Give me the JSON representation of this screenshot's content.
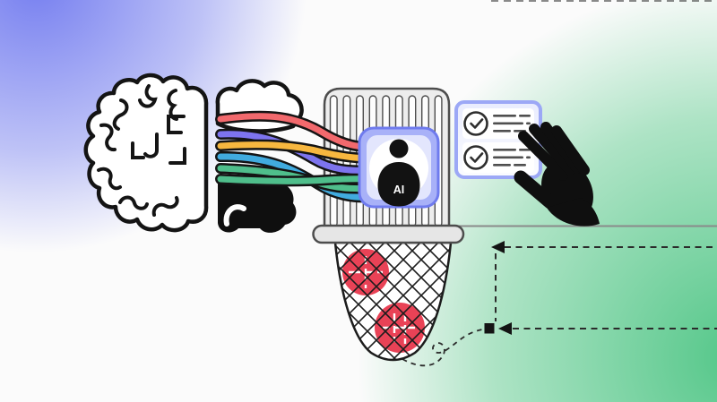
{
  "illustration": {
    "title": "brain-wires-filtered-by-ai-into-checklist-and-waste-basket",
    "ai_badge": {
      "label": "AI"
    },
    "checklist": {
      "rows": 2,
      "checked_per_row": 1
    },
    "error_dots": {
      "count": 2
    }
  },
  "palette": {
    "bg_blue": "#767ff0",
    "bg_green": "#54c789",
    "wire_red": "#F2696D",
    "wire_purple": "#7D74EE",
    "wire_yellow": "#F7B73F",
    "wire_blue": "#41ABDF",
    "wire_green": "#4FBE8B",
    "error_red": "#E94256",
    "badge_fill": "#A8B1F8",
    "badge_border": "#6F7BEE",
    "badge_inner": "#E3E6FD",
    "card_border": "#9CA8F6",
    "grate_gray": "#EDEDED",
    "outline_dark": "#1C1C1C",
    "flow_line": "#2B2B2B",
    "solid_line_gray": "#8A8A8A"
  },
  "icons": {
    "brain": "brain-icon",
    "person": "ai-person-icon",
    "check": "check-icon",
    "hand": "hand-icon",
    "arrow": "arrowhead-icon",
    "net": "net-basket-icon",
    "error": "error-dot-icon"
  }
}
